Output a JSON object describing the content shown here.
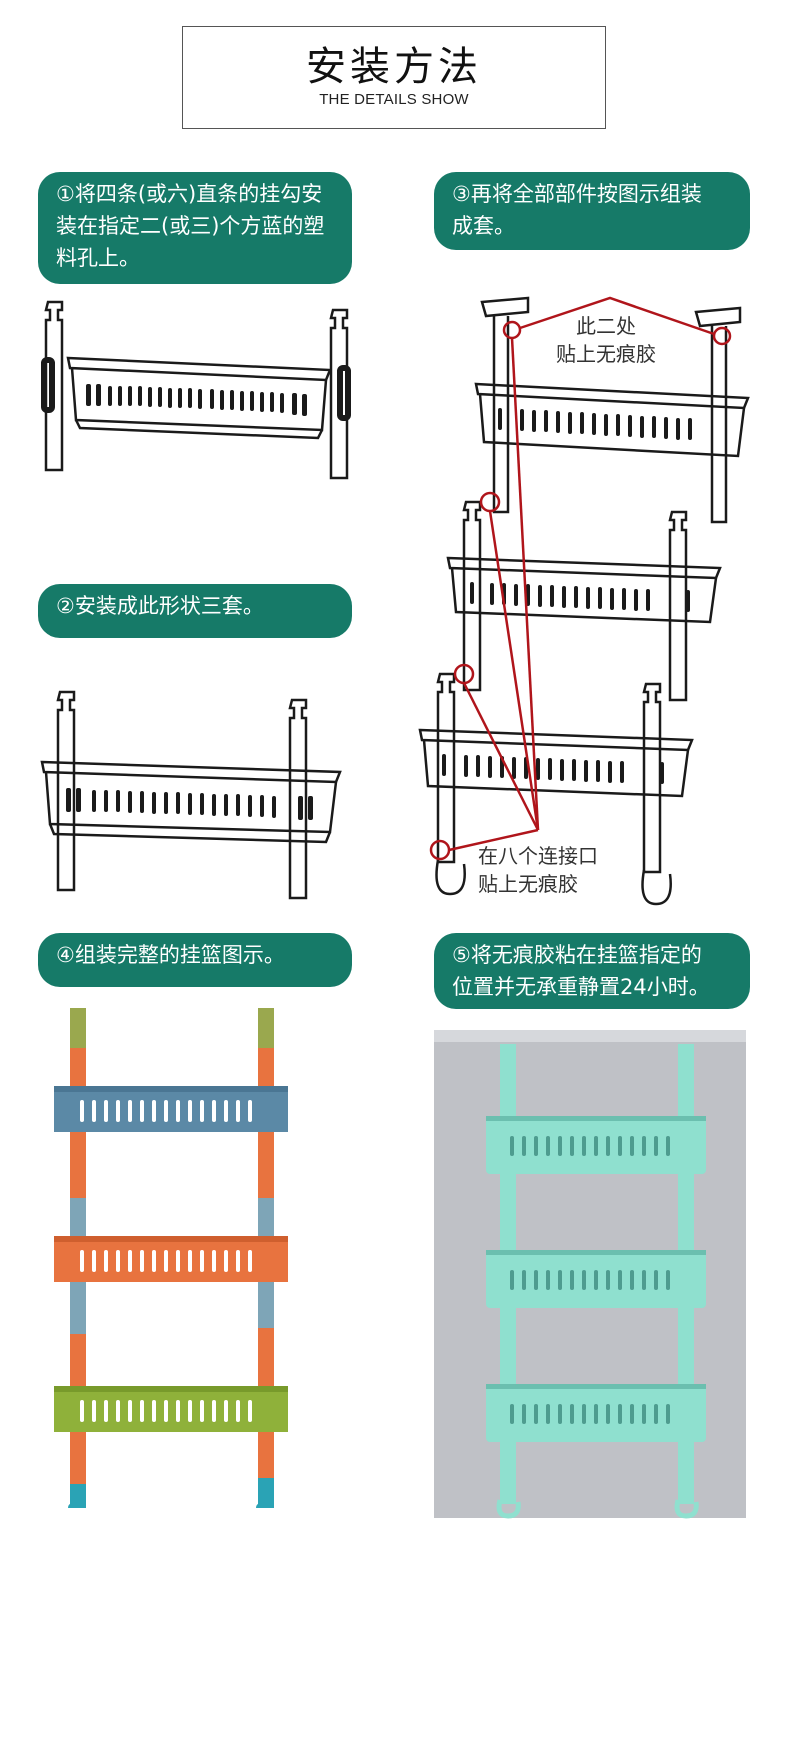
{
  "header": {
    "title": "安装方法",
    "subtitle": "THE DETAILS SHOW"
  },
  "steps": [
    {
      "id": "1",
      "text": "①将四条(或六)直条的挂勾安\n装在指定二(或三)个方蓝的塑\n料孔上。"
    },
    {
      "id": "2",
      "text": "②安装成此形状三套。"
    },
    {
      "id": "3",
      "text": "③再将全部部件按图示组装\n成套。"
    },
    {
      "id": "4",
      "text": "④组装完整的挂篮图示。"
    },
    {
      "id": "5",
      "text": "⑤将无痕胶粘在挂篮指定的\n   位置并无承重静置24小时。"
    }
  ],
  "annotations": {
    "top_note": "此二处\n贴上无痕胶",
    "bottom_note": "在八个连接口\n贴上无痕胶"
  },
  "colors": {
    "pill_bg": "#167a68",
    "line_art": "#1a1a1a",
    "callout_red": "#b0151b",
    "basket_blue": "#5b89a6",
    "basket_orange": "#e8733f",
    "basket_green": "#8fb13a",
    "basket_mint": "#8fe0cf",
    "hook_teal": "#2aa3b5",
    "photo_bg": "#bfc1c6"
  }
}
